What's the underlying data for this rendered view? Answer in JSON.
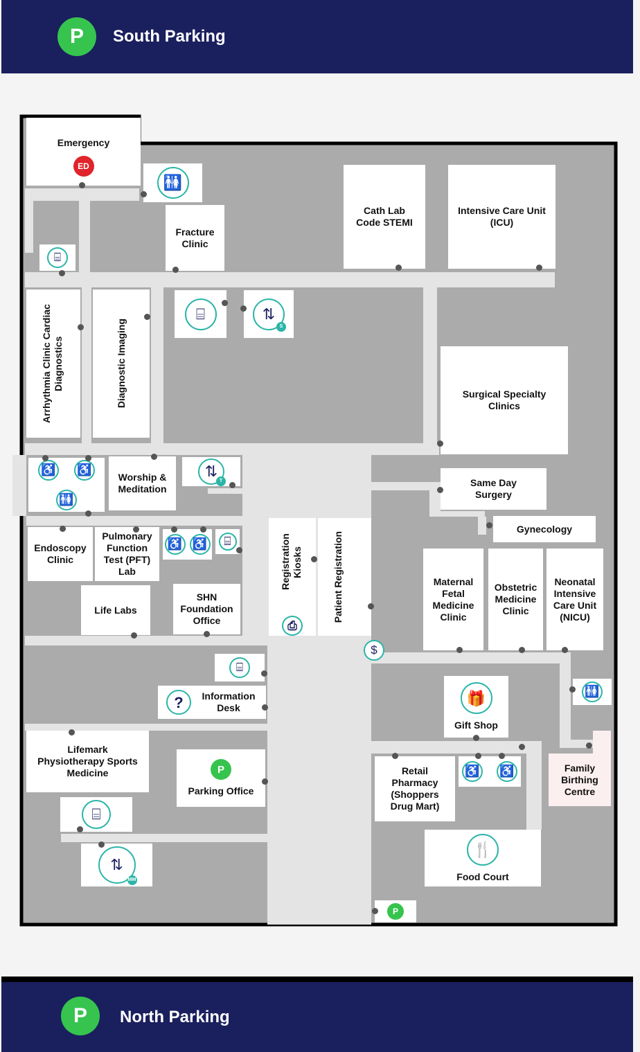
{
  "parking": {
    "south": {
      "badge": "P",
      "label": "South Parking"
    },
    "north": {
      "badge": "P",
      "label": "North Parking"
    }
  },
  "colors": {
    "header": "#1a1f5e",
    "parking_green": "#36c44f",
    "emergency_red": "#e0242b",
    "icon_ring": "#2bb5a8",
    "corridor": "#ababab",
    "room": "#ffffff"
  },
  "badges": {
    "ed": "ED",
    "parking_office": "P",
    "kiosk_sub_s": "S",
    "elevator_sub_t": "T",
    "elevator_sub_mm": "MM"
  },
  "rooms": {
    "emergency": "Emergency",
    "fracture_clinic": "Fracture Clinic",
    "cath_lab": "Cath Lab Code STEMI",
    "icu": "Intensive Care Unit (ICU)",
    "arrhythmia": "Arrhythmia Clinic Cardiac Diagnostics",
    "diagnostic_imaging": "Diagnostic Imaging",
    "surgical_specialty": "Surgical Specialty Clinics",
    "worship": "Worship & Meditation",
    "same_day_surgery": "Same Day Surgery",
    "gynecology": "Gynecology",
    "endoscopy": "Endoscopy Clinic",
    "pft_lab": "Pulmonary Function Test (PFT) Lab",
    "registration_kiosks": "Registration Kiosks",
    "patient_registration": "Patient Registration",
    "maternal_fetal": "Maternal Fetal Medicine Clinic",
    "obstetric": "Obstetric Medicine Clinic",
    "nicu": "Neonatal Intensive Care Unit (NICU)",
    "life_labs": "Life Labs",
    "shn_foundation": "SHN Foundation Office",
    "information_desk": "Information Desk",
    "gift_shop": "Gift Shop",
    "lifemark": "Lifemark Physiotherapy Sports Medicine",
    "parking_office": "Parking Office",
    "retail_pharmacy": "Retail Pharmacy (Shoppers Drug Mart)",
    "family_birthing": "Family Birthing Centre",
    "food_court": "Food Court"
  },
  "icons": [
    "washroom-icon",
    "accessible-icon",
    "stairs-icon",
    "elevator-icon",
    "atm-icon",
    "registration-kiosk-icon",
    "information-icon",
    "gift-icon",
    "food-icon",
    "pay-parking-icon"
  ]
}
